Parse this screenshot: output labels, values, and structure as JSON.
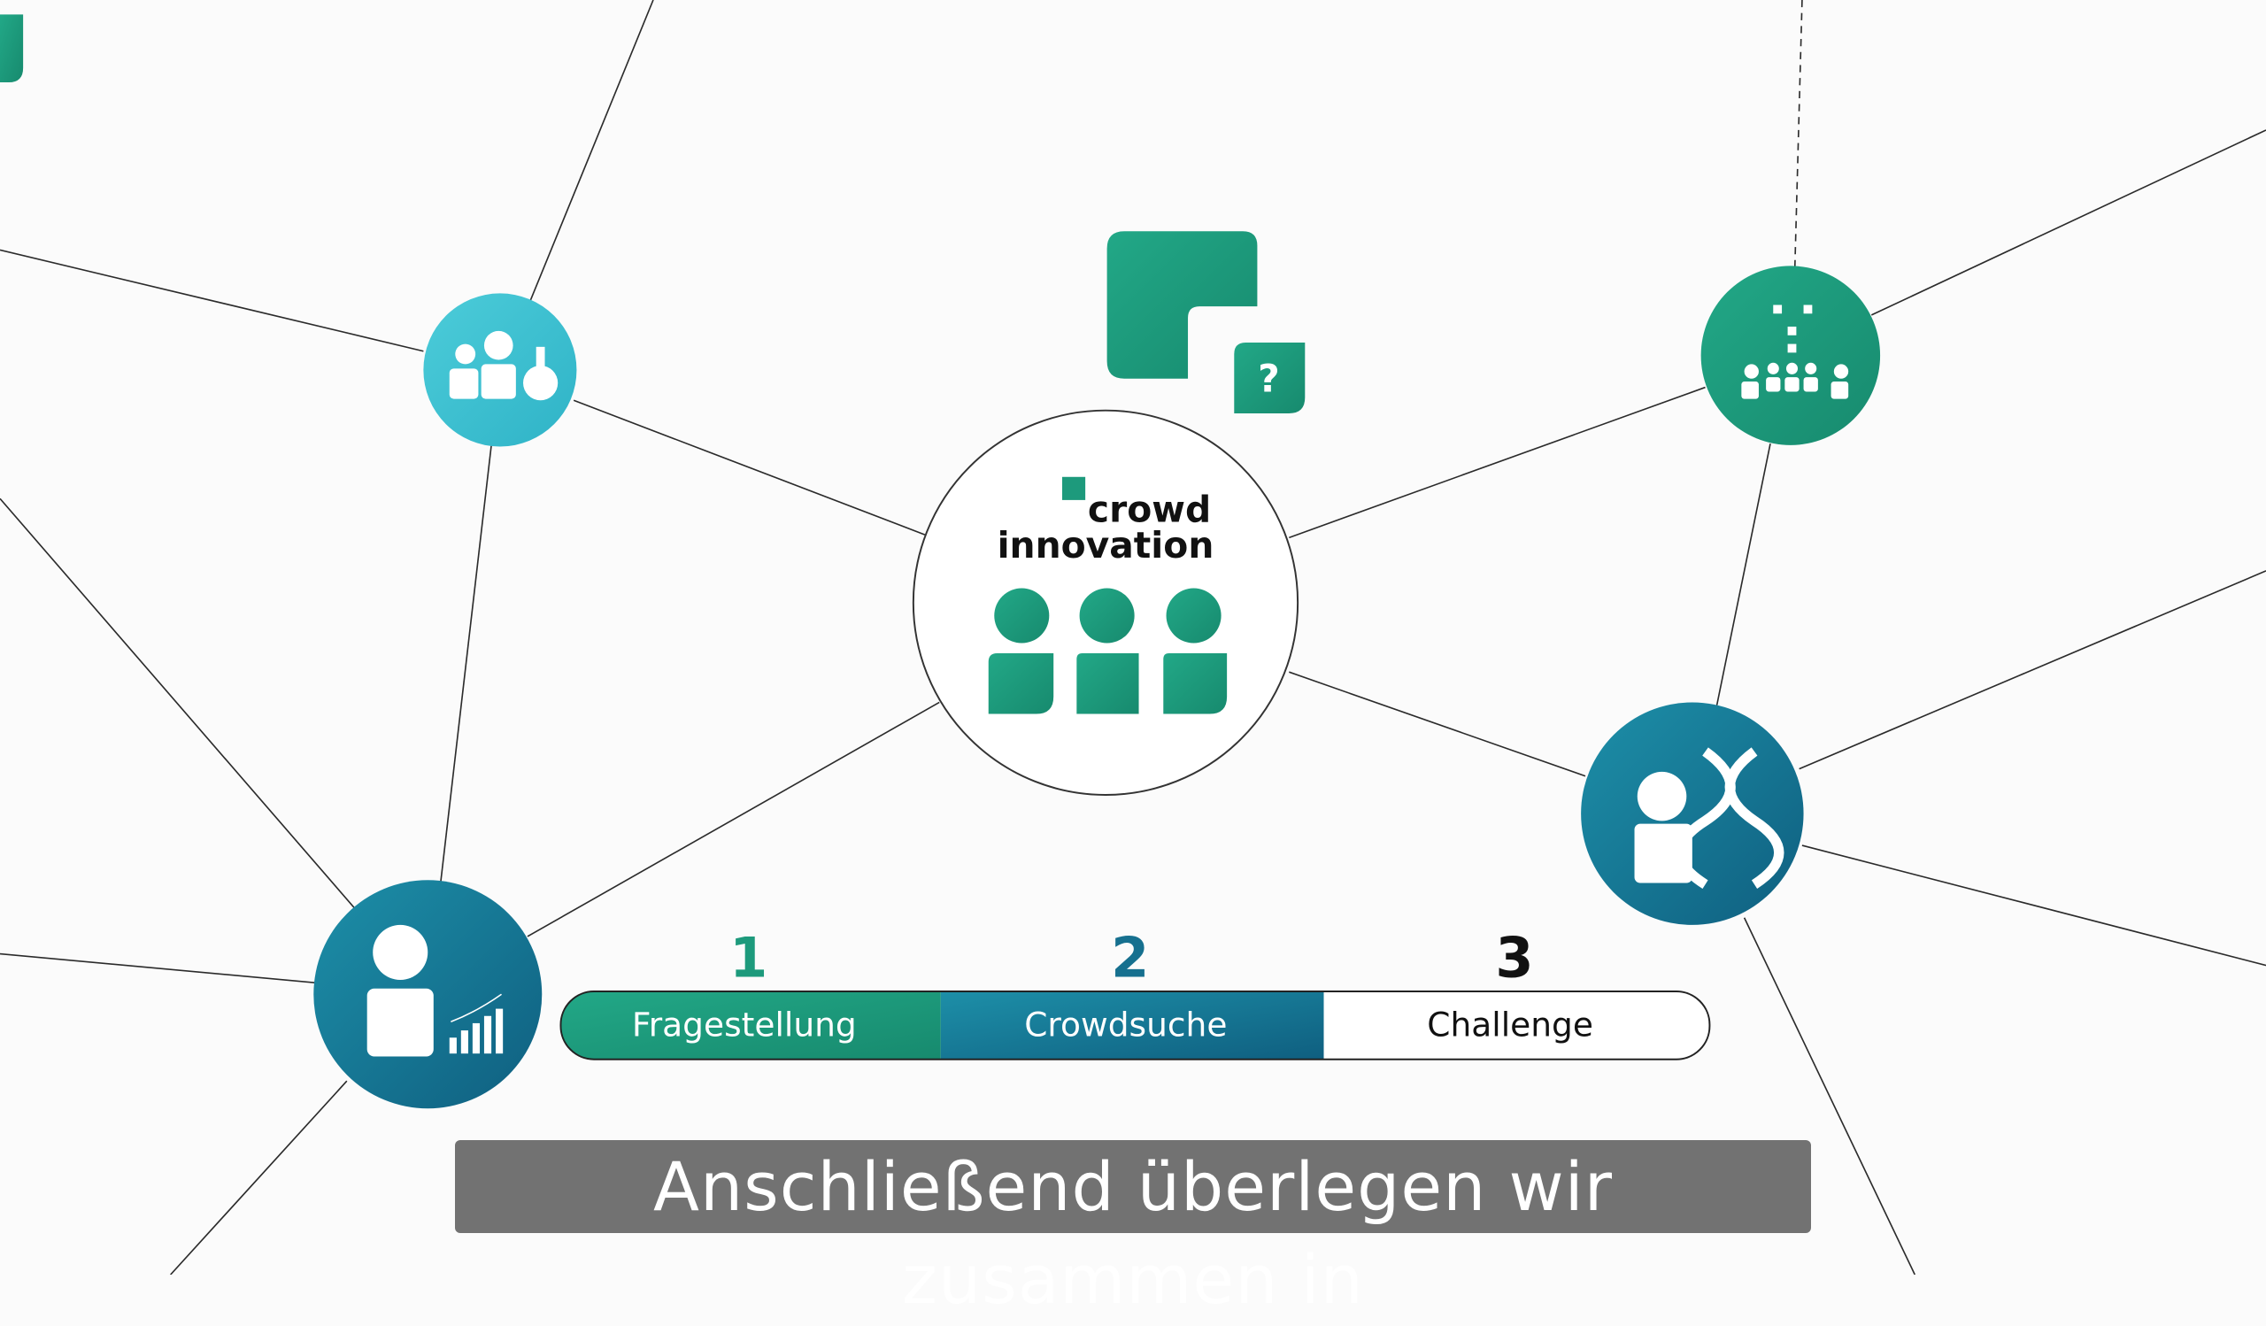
{
  "logo": {
    "line1": "crowd",
    "line2": "innovation"
  },
  "question_mark": "?",
  "steps": [
    {
      "number": "1",
      "label": "Fragestellung",
      "color": "#1d9a7c"
    },
    {
      "number": "2",
      "label": "Crowdsuche",
      "color": "#16708f"
    },
    {
      "number": "3",
      "label": "Challenge",
      "color": "#ffffff"
    }
  ],
  "subtitle": "Anschließend überlegen wir zusammen in",
  "colors": {
    "green": "#1d9a7c",
    "blue": "#16708f",
    "cyan": "#3ec3d3"
  }
}
